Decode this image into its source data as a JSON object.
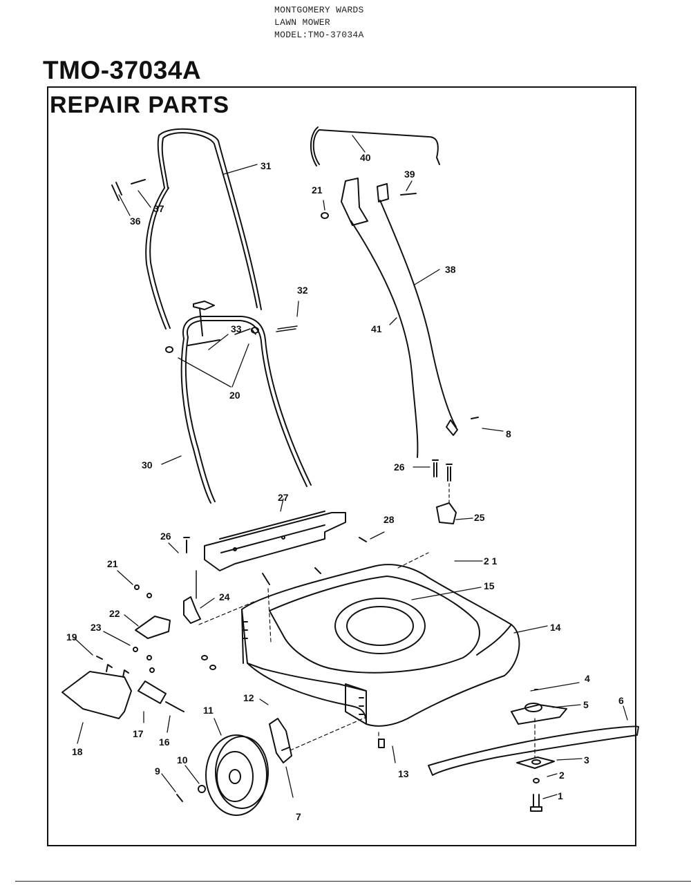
{
  "header": {
    "line1": "MONTGOMERY WARDS",
    "line2": "LAWN MOWER",
    "line3": "MODEL:TMO-37034A"
  },
  "model_title": "TMO-37034A",
  "section_title": "REPAIR PARTS",
  "callouts": [
    {
      "id": "c31",
      "text": "31"
    },
    {
      "id": "c37",
      "text": "37"
    },
    {
      "id": "c36",
      "text": "36"
    },
    {
      "id": "c40",
      "text": "40"
    },
    {
      "id": "c39",
      "text": "39"
    },
    {
      "id": "c21a",
      "text": "21"
    },
    {
      "id": "c38",
      "text": "38"
    },
    {
      "id": "c32",
      "text": "32"
    },
    {
      "id": "c33",
      "text": "33"
    },
    {
      "id": "c41",
      "text": "41"
    },
    {
      "id": "c20",
      "text": "20"
    },
    {
      "id": "c8",
      "text": "8"
    },
    {
      "id": "c30",
      "text": "30"
    },
    {
      "id": "c26a",
      "text": "26"
    },
    {
      "id": "c27",
      "text": "27"
    },
    {
      "id": "c25",
      "text": "25"
    },
    {
      "id": "c26b",
      "text": "26"
    },
    {
      "id": "c28",
      "text": "28"
    },
    {
      "id": "c21b",
      "text": "2 1"
    },
    {
      "id": "c21c",
      "text": "21"
    },
    {
      "id": "c24",
      "text": "24"
    },
    {
      "id": "c15",
      "text": "15"
    },
    {
      "id": "c22",
      "text": "22"
    },
    {
      "id": "c14",
      "text": "14"
    },
    {
      "id": "c19",
      "text": "19"
    },
    {
      "id": "c23",
      "text": "23"
    },
    {
      "id": "c4",
      "text": "4"
    },
    {
      "id": "c12",
      "text": "12"
    },
    {
      "id": "c11",
      "text": "11"
    },
    {
      "id": "c5",
      "text": "5"
    },
    {
      "id": "c6",
      "text": "6"
    },
    {
      "id": "c17",
      "text": "17"
    },
    {
      "id": "c16",
      "text": "16"
    },
    {
      "id": "c18",
      "text": "18"
    },
    {
      "id": "c10",
      "text": "10"
    },
    {
      "id": "c13",
      "text": "13"
    },
    {
      "id": "c3",
      "text": "3"
    },
    {
      "id": "c9",
      "text": "9"
    },
    {
      "id": "c2",
      "text": "2"
    },
    {
      "id": "c1",
      "text": "1"
    },
    {
      "id": "c7",
      "text": "7"
    }
  ]
}
